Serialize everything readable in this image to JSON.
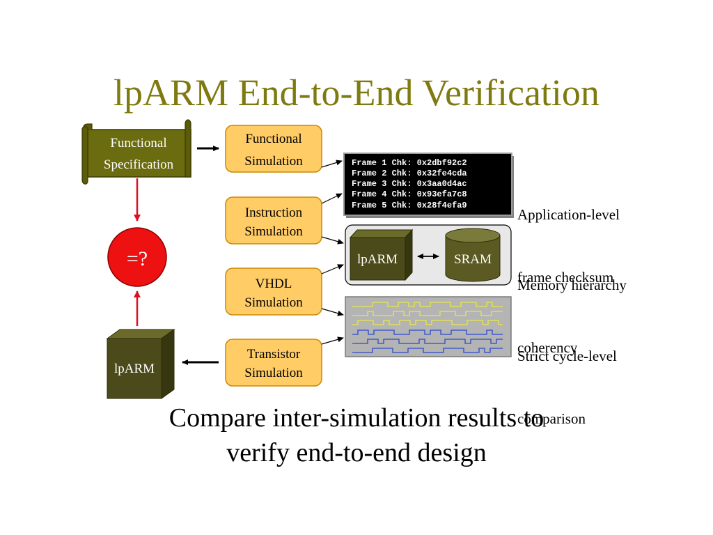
{
  "title": "lpARM End-to-End Verification",
  "spec": {
    "line1": "Functional",
    "line2": "Specification"
  },
  "compare": {
    "label": "=?"
  },
  "lparm_cube": {
    "label": "lpARM"
  },
  "simulations": [
    {
      "line1": "Functional",
      "line2": "Simulation"
    },
    {
      "line1": "Instruction",
      "line2": "Simulation"
    },
    {
      "line1": "VHDL",
      "line2": "Simulation"
    },
    {
      "line1": "Transistor",
      "line2": "Simulation"
    }
  ],
  "checksums": [
    "Frame 1 Chk: 0x2dbf92c2",
    "Frame 2 Chk: 0x32fe4cda",
    "Frame 3 Chk: 0x3aa0d4ac",
    "Frame 4 Chk: 0x93efa7c8",
    "Frame 5 Chk: 0x28f4efa9"
  ],
  "memory_panel": {
    "cpu_label": "lpARM",
    "mem_label": "SRAM"
  },
  "results": [
    {
      "line1": "Application-level",
      "line2": "frame checksum"
    },
    {
      "line1": "Memory hierarchy",
      "line2": "coherency"
    },
    {
      "line1": "Strict cycle-level",
      "line2": "comparison"
    }
  ],
  "caption": {
    "line1": "Compare inter-simulation results to",
    "line2": "verify end-to-end design"
  },
  "colors": {
    "title": "#7f7a10",
    "spec_fill": "#6b6b0f",
    "sim_fill": "#ffcc66",
    "sim_border": "#cc8800",
    "cube_front": "#4a4a1a",
    "red": "#ee1111",
    "arrow_red": "#dd1122",
    "waveform_yellow": "#e8e84a",
    "waveform_blue": "#2a4acc"
  }
}
